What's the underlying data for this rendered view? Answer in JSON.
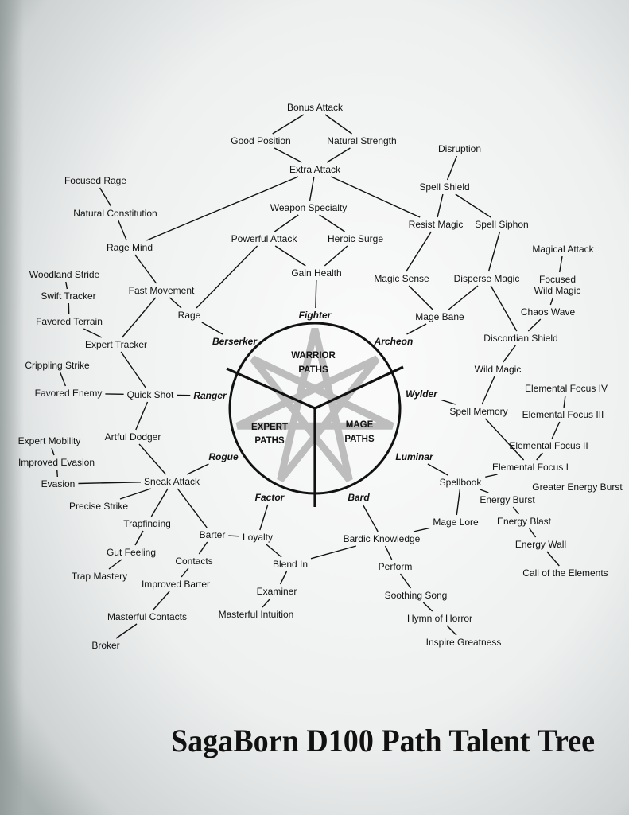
{
  "title": "SagaBorn D100 Path Talent Tree",
  "colors": {
    "ink": "#111111",
    "star": "#bdbdbd",
    "paper": "#f4f5f5"
  },
  "groups": [
    {
      "id": "warrior",
      "lines": [
        "WARRIOR",
        "PATHS"
      ]
    },
    {
      "id": "expert",
      "lines": [
        "EXPERT",
        "PATHS"
      ]
    },
    {
      "id": "mage",
      "lines": [
        "MAGE",
        "PATHS"
      ]
    }
  ],
  "paths": [
    {
      "id": "fighter",
      "label": "Fighter"
    },
    {
      "id": "archeon",
      "label": "Archeon"
    },
    {
      "id": "berserker",
      "label": "Berserker"
    },
    {
      "id": "ranger",
      "label": "Ranger"
    },
    {
      "id": "wylder",
      "label": "Wylder"
    },
    {
      "id": "rogue",
      "label": "Rogue"
    },
    {
      "id": "luminar",
      "label": "Luminar"
    },
    {
      "id": "factor",
      "label": "Factor"
    },
    {
      "id": "bard",
      "label": "Bard"
    }
  ],
  "talents": [
    {
      "id": "bonus_attack",
      "label": "Bonus Attack"
    },
    {
      "id": "good_position",
      "label": "Good Position"
    },
    {
      "id": "natural_strength",
      "label": "Natural Strength"
    },
    {
      "id": "extra_attack",
      "label": "Extra Attack"
    },
    {
      "id": "weapon_specialty",
      "label": "Weapon Specialty"
    },
    {
      "id": "powerful_attack",
      "label": "Powerful Attack"
    },
    {
      "id": "heroic_surge",
      "label": "Heroic Surge"
    },
    {
      "id": "gain_health",
      "label": "Gain Health"
    },
    {
      "id": "disruption",
      "label": "Disruption"
    },
    {
      "id": "spell_shield",
      "label": "Spell Shield"
    },
    {
      "id": "resist_magic",
      "label": "Resist Magic"
    },
    {
      "id": "spell_siphon",
      "label": "Spell Siphon"
    },
    {
      "id": "magical_attack",
      "label": "Magical Attack"
    },
    {
      "id": "focused_wild_magic",
      "label": "Focused",
      "label2": "Wild Magic"
    },
    {
      "id": "magic_sense",
      "label": "Magic Sense"
    },
    {
      "id": "disperse_magic",
      "label": "Disperse Magic"
    },
    {
      "id": "mage_bane",
      "label": "Mage Bane"
    },
    {
      "id": "chaos_wave",
      "label": "Chaos Wave"
    },
    {
      "id": "discordian_shield",
      "label": "Discordian Shield"
    },
    {
      "id": "wild_magic",
      "label": "Wild Magic"
    },
    {
      "id": "spell_memory",
      "label": "Spell Memory"
    },
    {
      "id": "ef4",
      "label": "Elemental Focus IV"
    },
    {
      "id": "ef3",
      "label": "Elemental Focus III"
    },
    {
      "id": "ef2",
      "label": "Elemental Focus II"
    },
    {
      "id": "ef1",
      "label": "Elemental Focus I"
    },
    {
      "id": "spellbook",
      "label": "Spellbook"
    },
    {
      "id": "greater_energy_burst",
      "label": "Greater Energy Burst"
    },
    {
      "id": "energy_burst",
      "label": "Energy Burst"
    },
    {
      "id": "energy_blast",
      "label": "Energy Blast"
    },
    {
      "id": "energy_wall",
      "label": "Energy Wall"
    },
    {
      "id": "call_elements",
      "label": "Call of the Elements"
    },
    {
      "id": "mage_lore",
      "label": "Mage Lore"
    },
    {
      "id": "bardic_knowledge",
      "label": "Bardic Knowledge"
    },
    {
      "id": "perform",
      "label": "Perform"
    },
    {
      "id": "soothing_song",
      "label": "Soothing Song"
    },
    {
      "id": "hymn_horror",
      "label": "Hymn of Horror"
    },
    {
      "id": "inspire_greatness",
      "label": "Inspire Greatness"
    },
    {
      "id": "focused_rage",
      "label": "Focused Rage"
    },
    {
      "id": "natural_constitution",
      "label": "Natural Constitution"
    },
    {
      "id": "rage_mind",
      "label": "Rage Mind"
    },
    {
      "id": "woodland_stride",
      "label": "Woodland Stride"
    },
    {
      "id": "fast_movement",
      "label": "Fast Movement"
    },
    {
      "id": "swift_tracker",
      "label": "Swift Tracker"
    },
    {
      "id": "rage",
      "label": "Rage"
    },
    {
      "id": "favored_terrain",
      "label": "Favored Terrain"
    },
    {
      "id": "expert_tracker",
      "label": "Expert Tracker"
    },
    {
      "id": "crippling_strike",
      "label": "Crippling Strike"
    },
    {
      "id": "favored_enemy",
      "label": "Favored Enemy"
    },
    {
      "id": "quick_shot",
      "label": "Quick Shot"
    },
    {
      "id": "artful_dodger",
      "label": "Artful Dodger"
    },
    {
      "id": "expert_mobility",
      "label": "Expert Mobility"
    },
    {
      "id": "improved_evasion",
      "label": "Improved Evasion"
    },
    {
      "id": "evasion",
      "label": "Evasion"
    },
    {
      "id": "sneak_attack",
      "label": "Sneak Attack"
    },
    {
      "id": "precise_strike",
      "label": "Precise Strike"
    },
    {
      "id": "trapfinding",
      "label": "Trapfinding"
    },
    {
      "id": "barter",
      "label": "Barter"
    },
    {
      "id": "loyalty",
      "label": "Loyalty"
    },
    {
      "id": "gut_feeling",
      "label": "Gut Feeling"
    },
    {
      "id": "contacts",
      "label": "Contacts"
    },
    {
      "id": "blend_in",
      "label": "Blend In"
    },
    {
      "id": "trap_mastery",
      "label": "Trap Mastery"
    },
    {
      "id": "improved_barter",
      "label": "Improved Barter"
    },
    {
      "id": "examiner",
      "label": "Examiner"
    },
    {
      "id": "masterful_contacts",
      "label": "Masterful Contacts"
    },
    {
      "id": "masterful_intuition",
      "label": "Masterful Intuition"
    },
    {
      "id": "broker",
      "label": "Broker"
    }
  ],
  "edges": [
    [
      "bonus_attack",
      "good_position"
    ],
    [
      "bonus_attack",
      "natural_strength"
    ],
    [
      "good_position",
      "extra_attack"
    ],
    [
      "natural_strength",
      "extra_attack"
    ],
    [
      "extra_attack",
      "weapon_specialty"
    ],
    [
      "extra_attack",
      "rage_mind"
    ],
    [
      "extra_attack",
      "resist_magic"
    ],
    [
      "weapon_specialty",
      "powerful_attack"
    ],
    [
      "weapon_specialty",
      "heroic_surge"
    ],
    [
      "powerful_attack",
      "gain_health"
    ],
    [
      "heroic_surge",
      "gain_health"
    ],
    [
      "gain_health",
      "fighter"
    ],
    [
      "powerful_attack",
      "rage"
    ],
    [
      "focused_rage",
      "natural_constitution"
    ],
    [
      "natural_constitution",
      "rage_mind"
    ],
    [
      "rage_mind",
      "fast_movement"
    ],
    [
      "fast_movement",
      "rage"
    ],
    [
      "rage",
      "berserker"
    ],
    [
      "fast_movement",
      "expert_tracker"
    ],
    [
      "woodland_stride",
      "swift_tracker"
    ],
    [
      "swift_tracker",
      "favored_terrain"
    ],
    [
      "favored_terrain",
      "expert_tracker"
    ],
    [
      "expert_tracker",
      "quick_shot"
    ],
    [
      "crippling_strike",
      "favored_enemy"
    ],
    [
      "favored_enemy",
      "quick_shot"
    ],
    [
      "quick_shot",
      "ranger"
    ],
    [
      "quick_shot",
      "artful_dodger"
    ],
    [
      "artful_dodger",
      "sneak_attack"
    ],
    [
      "expert_mobility",
      "improved_evasion"
    ],
    [
      "improved_evasion",
      "evasion"
    ],
    [
      "evasion",
      "sneak_attack"
    ],
    [
      "sneak_attack",
      "rogue"
    ],
    [
      "sneak_attack",
      "precise_strike"
    ],
    [
      "sneak_attack",
      "trapfinding"
    ],
    [
      "sneak_attack",
      "barter"
    ],
    [
      "trapfinding",
      "gut_feeling"
    ],
    [
      "gut_feeling",
      "trap_mastery"
    ],
    [
      "barter",
      "loyalty"
    ],
    [
      "barter",
      "contacts"
    ],
    [
      "contacts",
      "improved_barter"
    ],
    [
      "improved_barter",
      "masterful_contacts"
    ],
    [
      "masterful_contacts",
      "broker"
    ],
    [
      "factor",
      "loyalty"
    ],
    [
      "loyalty",
      "blend_in"
    ],
    [
      "blend_in",
      "examiner"
    ],
    [
      "examiner",
      "masterful_intuition"
    ],
    [
      "blend_in",
      "bardic_knowledge"
    ],
    [
      "bard",
      "bardic_knowledge"
    ],
    [
      "bardic_knowledge",
      "mage_lore"
    ],
    [
      "bardic_knowledge",
      "perform"
    ],
    [
      "perform",
      "soothing_song"
    ],
    [
      "soothing_song",
      "hymn_horror"
    ],
    [
      "hymn_horror",
      "inspire_greatness"
    ],
    [
      "mage_lore",
      "spellbook"
    ],
    [
      "luminar",
      "spellbook"
    ],
    [
      "spellbook",
      "ef1"
    ],
    [
      "spellbook",
      "energy_burst"
    ],
    [
      "energy_burst",
      "greater_energy_burst"
    ],
    [
      "energy_burst",
      "energy_blast"
    ],
    [
      "energy_blast",
      "energy_wall"
    ],
    [
      "energy_wall",
      "call_elements"
    ],
    [
      "ef1",
      "ef2"
    ],
    [
      "ef2",
      "ef3"
    ],
    [
      "ef3",
      "ef4"
    ],
    [
      "ef1",
      "spell_memory"
    ],
    [
      "spell_memory",
      "wylder"
    ],
    [
      "spell_memory",
      "wild_magic"
    ],
    [
      "wild_magic",
      "discordian_shield"
    ],
    [
      "discordian_shield",
      "chaos_wave"
    ],
    [
      "chaos_wave",
      "focused_wild_magic"
    ],
    [
      "focused_wild_magic",
      "magical_attack"
    ],
    [
      "discordian_shield",
      "disperse_magic"
    ],
    [
      "disperse_magic",
      "spell_siphon"
    ],
    [
      "disperse_magic",
      "mage_bane"
    ],
    [
      "magic_sense",
      "mage_bane"
    ],
    [
      "mage_bane",
      "archeon"
    ],
    [
      "magic_sense",
      "resist_magic"
    ],
    [
      "resist_magic",
      "spell_shield"
    ],
    [
      "spell_siphon",
      "spell_shield"
    ],
    [
      "spell_shield",
      "disruption"
    ]
  ]
}
